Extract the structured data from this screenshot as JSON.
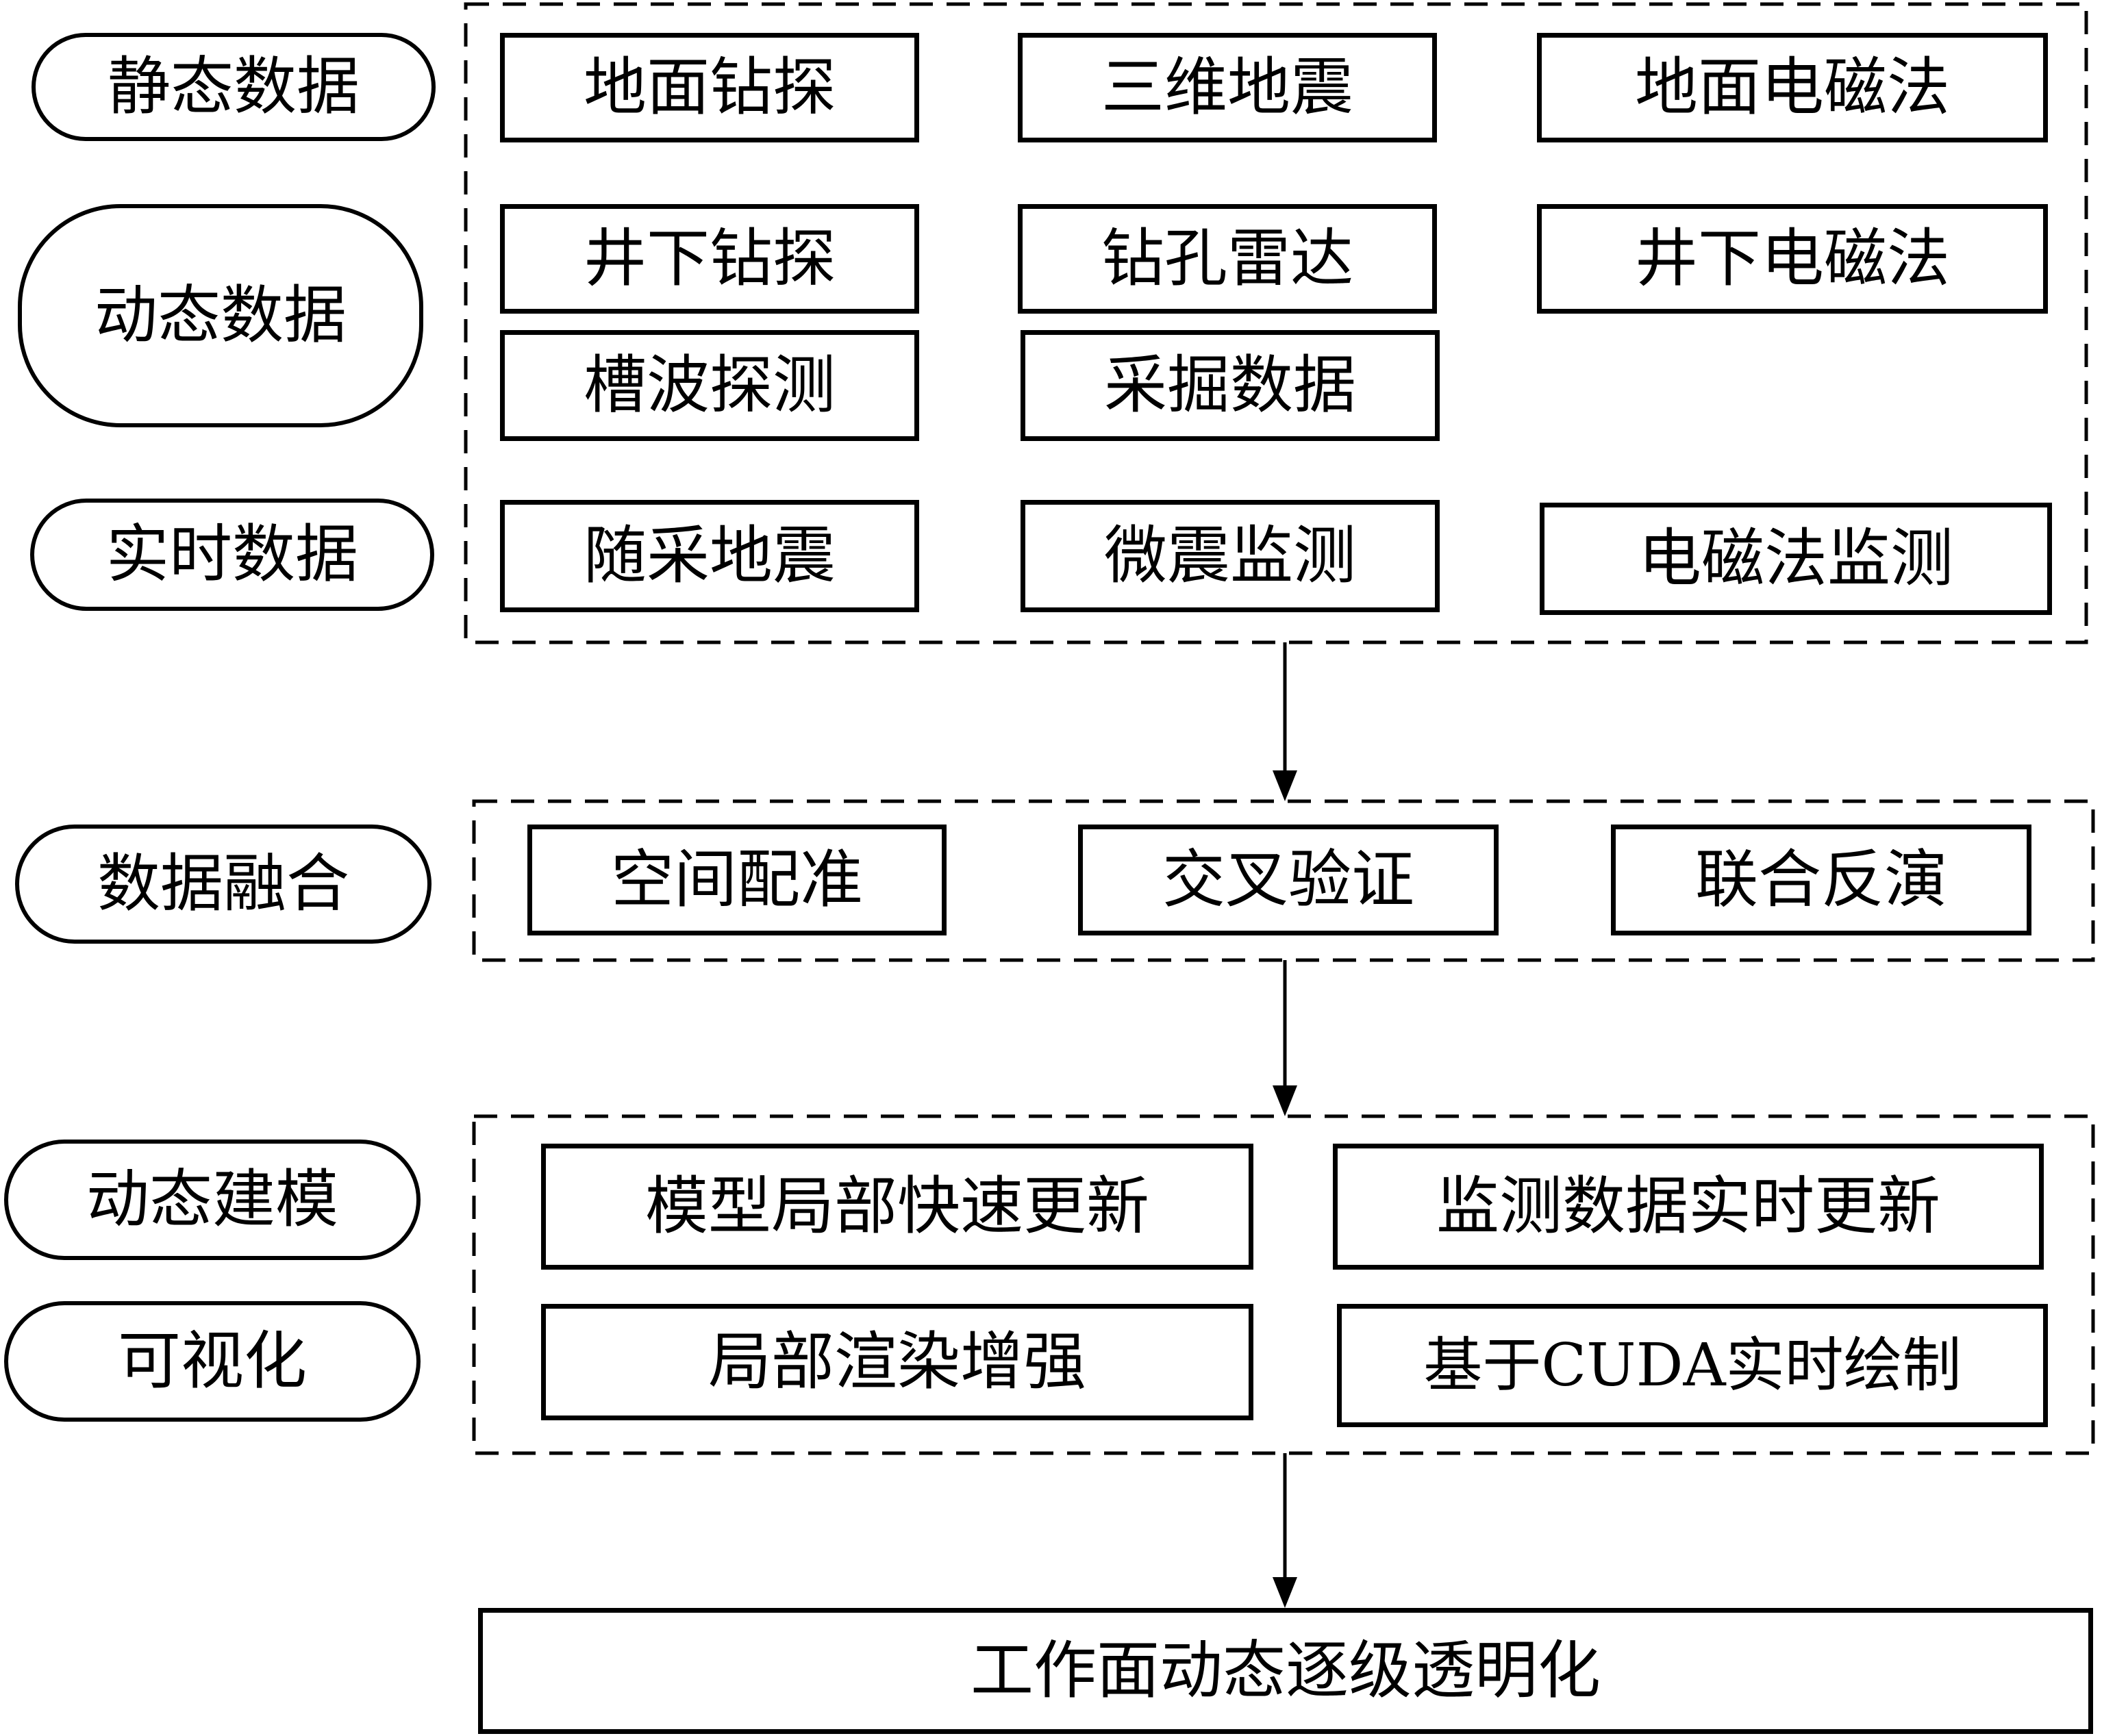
{
  "colors": {
    "stroke": "#000000",
    "background": "#ffffff"
  },
  "stages": {
    "static_data": "静态数据",
    "dynamic_data": "动态数据",
    "realtime_data": "实时数据",
    "data_fusion": "数据融合",
    "dynamic_modeling": "动态建模",
    "visualization": "可视化"
  },
  "data_sources": {
    "static": [
      "地面钻探",
      "三维地震",
      "地面电磁法"
    ],
    "dynamic_row1": [
      "井下钻探",
      "钻孔雷达",
      "井下电磁法"
    ],
    "dynamic_row2": [
      "槽波探测",
      "采掘数据"
    ],
    "realtime": [
      "随采地震",
      "微震监测",
      "电磁法监测"
    ]
  },
  "fusion": [
    "空间配准",
    "交叉验证",
    "联合反演"
  ],
  "modeling": [
    "模型局部快速更新",
    "监测数据实时更新"
  ],
  "visual": [
    "局部渲染增强",
    "基于CUDA实时绘制"
  ],
  "output": "工作面动态逐级透明化"
}
